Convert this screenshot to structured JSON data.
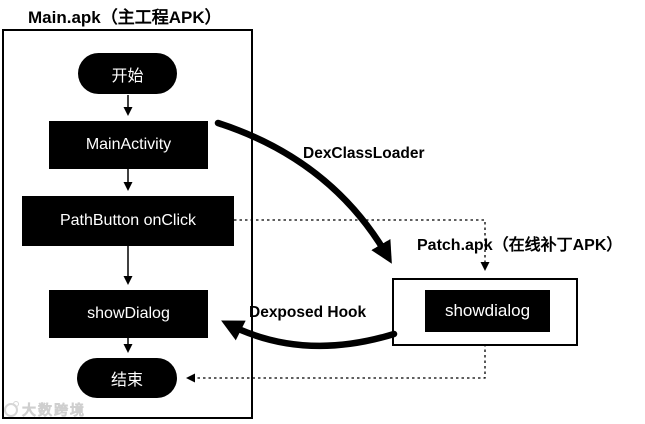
{
  "main": {
    "title": "Main.apk（主工程APK）"
  },
  "patch": {
    "title": "Patch.apk（在线补丁APK）"
  },
  "nodes": {
    "start": "开始",
    "main_activity": "MainActivity",
    "path_button": "PathButton onClick",
    "show_dialog": "showDialog",
    "end": "结束",
    "patch_showdialog": "showdialog"
  },
  "edge_labels": {
    "dex_class_loader": "DexClassLoader",
    "dexposed_hook": "Dexposed Hook"
  },
  "watermark": {
    "text": "大数跨境"
  },
  "colors": {
    "node_fill": "#000000",
    "node_text": "#ffffff",
    "line": "#000000",
    "background": "#ffffff",
    "watermark": "#d6d6d6"
  }
}
